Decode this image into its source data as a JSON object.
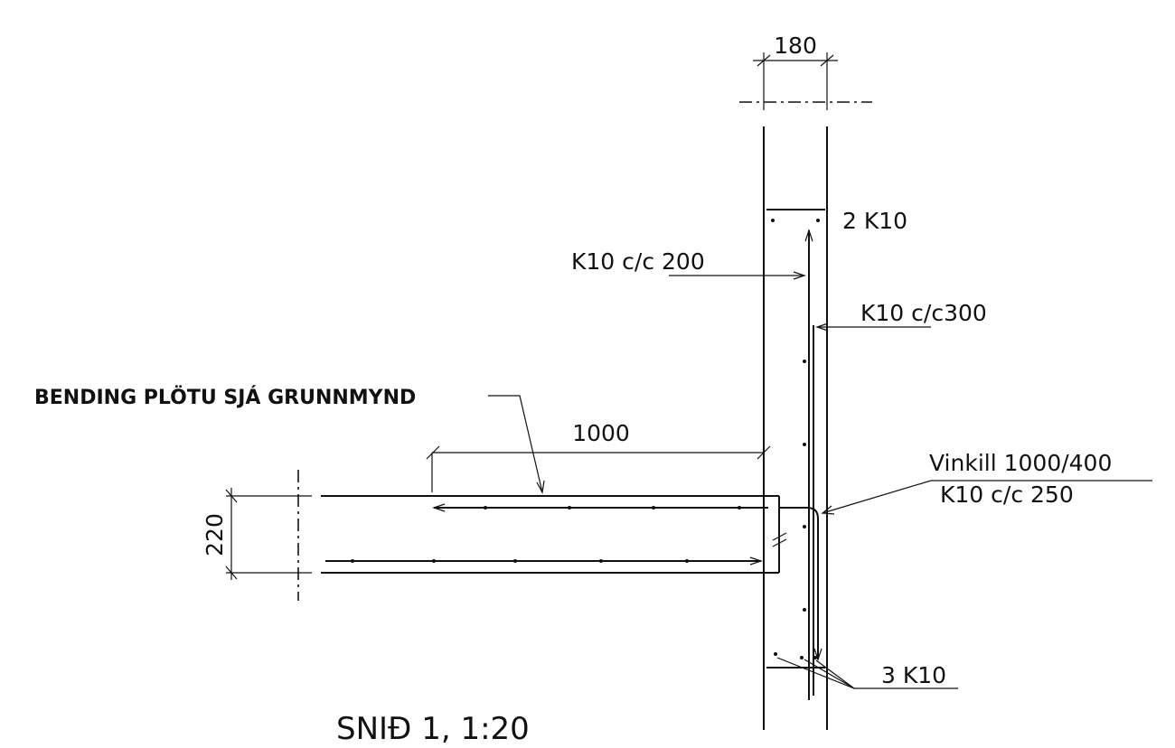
{
  "drawing": {
    "title": "SNIÐ 1, 1:20",
    "dimensions": {
      "wall_thickness": "180",
      "slab_length": "1000",
      "slab_thickness": "220"
    },
    "labels": {
      "top_bars": "2 K10",
      "wall_inner_reinforcement": "K10 c/c 200",
      "wall_outer_reinforcement": "K10 c/c300",
      "slab_reinforcement_note": "BENDING PLÖTU SJÁ GRUNNMYND",
      "angle_bar_line1": "Vinkill 1000/400",
      "angle_bar_line2": "K10 c/c 250",
      "bottom_bars": "3 K10"
    }
  }
}
